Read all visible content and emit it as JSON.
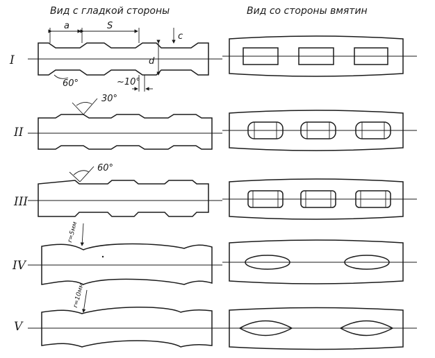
{
  "headers": {
    "left": "Вид с гладкой стороны",
    "right": "Вид со стороны вмятин"
  },
  "rows": [
    {
      "numeral": "I"
    },
    {
      "numeral": "II",
      "angle": "30°"
    },
    {
      "numeral": "III",
      "angle": "60°"
    },
    {
      "numeral": "IV",
      "radius": "r=5мм"
    },
    {
      "numeral": "V",
      "radius": "r=10мм"
    }
  ],
  "dimensions": {
    "a": "a",
    "s": "S",
    "c": "c",
    "d": "d",
    "angle_60": "60°",
    "angle_10": "~10°"
  }
}
